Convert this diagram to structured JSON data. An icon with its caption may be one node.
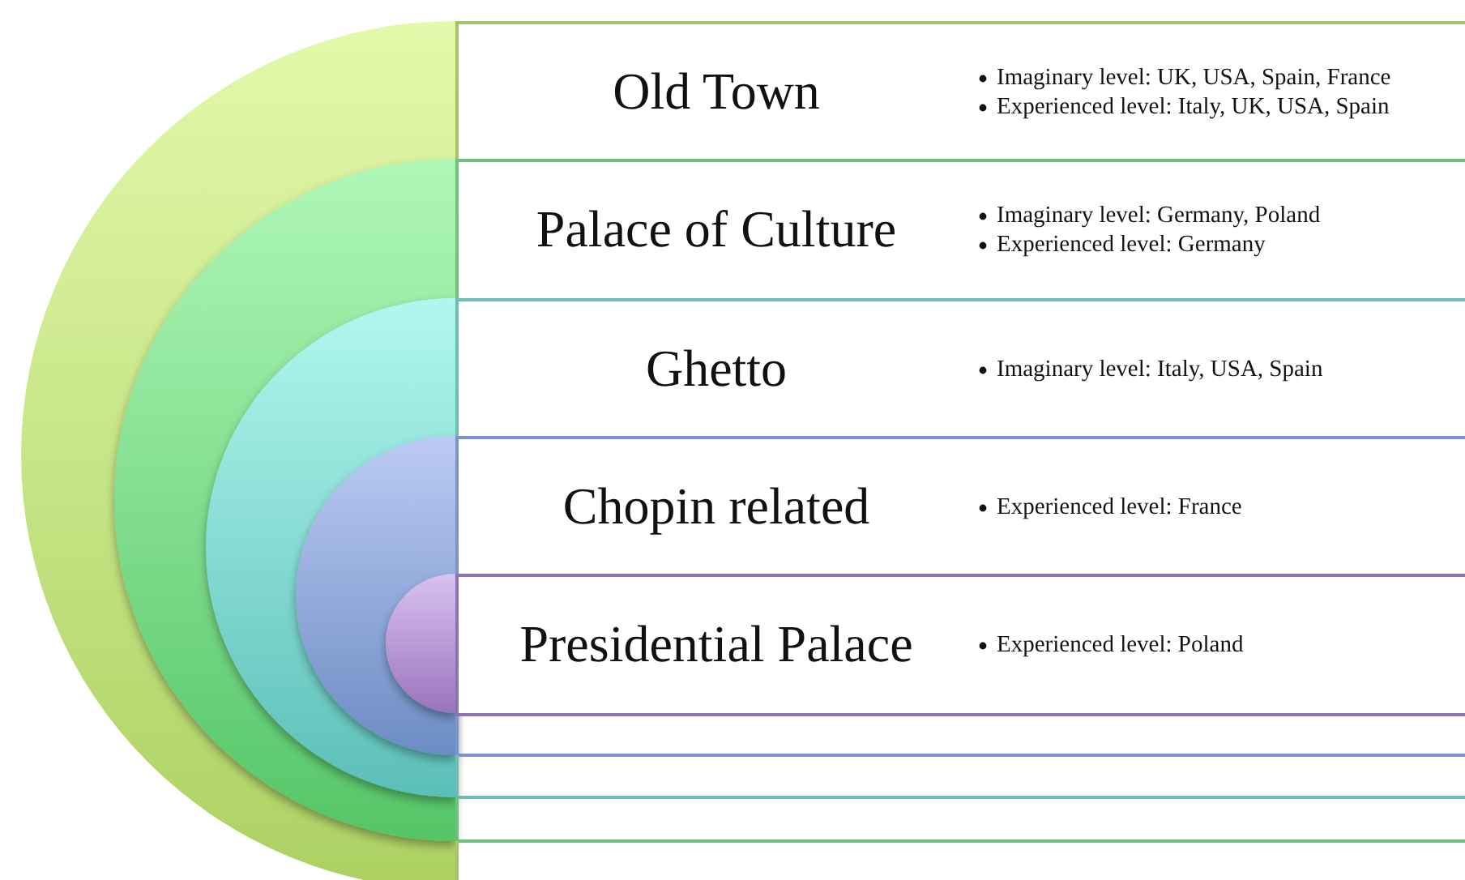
{
  "diagram": {
    "nodes": [
      {
        "text": [
          "Old Town",
          "Imaginary level: UK, USA, Spain, France",
          "Experienced level: Italy, UK, USA, Spain"
        ]
      },
      {
        "text": [
          "Palace of Culture",
          "Imaginary level: Germany, Poland",
          "Experienced level: Germany"
        ]
      },
      {
        "text": [
          "Ghetto",
          "Imaginary level: Italy, USA, Spain"
        ]
      },
      {
        "text": [
          "Chopin related",
          "Experienced level: France"
        ]
      },
      {
        "text": [
          "Presidential Palace",
          "Experienced level: Poland"
        ]
      }
    ]
  }
}
